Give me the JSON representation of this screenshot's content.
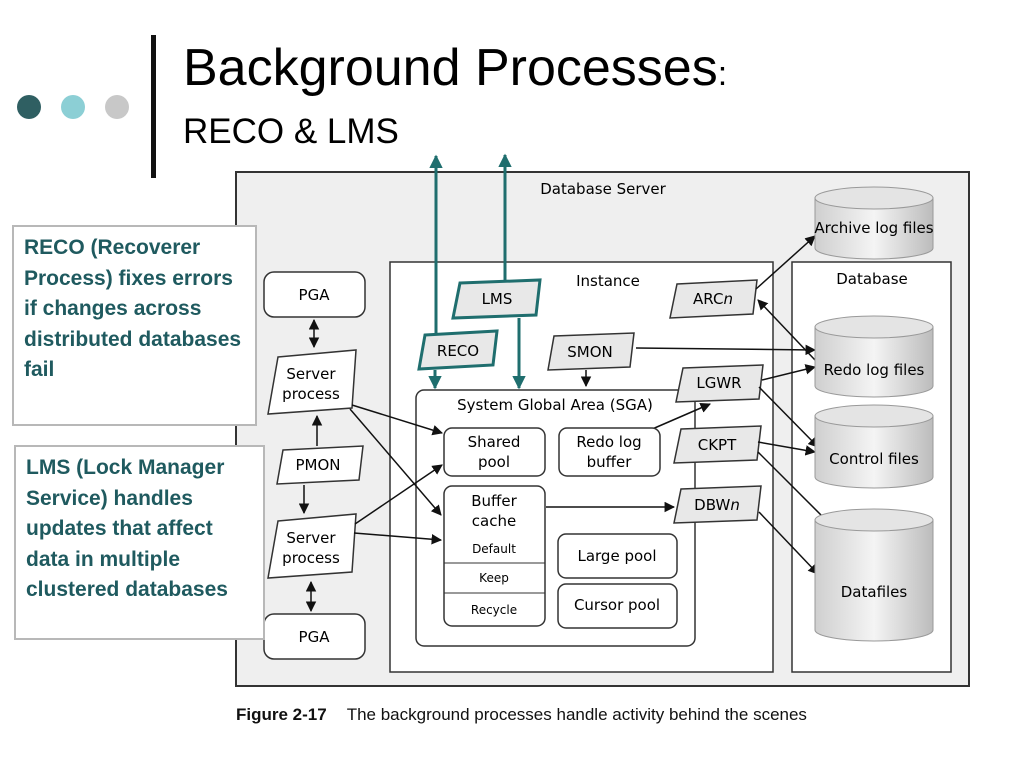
{
  "slide": {
    "title": "Background Processes",
    "title_suffix": ":",
    "subtitle": "RECO & LMS",
    "dot_colors": [
      "#2f5f62",
      "#8ccfd5",
      "#c8c8c8"
    ]
  },
  "callouts": {
    "reco": "RECO (Recoverer Process) fixes errors if changes across distributed databases fail",
    "lms": "LMS (Lock Manager Service) handles updates that affect data in multiple clustered databases"
  },
  "diagram": {
    "server_label": "Database Server",
    "instance_label": "Instance",
    "database_label": "Database",
    "sga_label": "System Global Area (SGA)",
    "pga_top": "PGA",
    "pga_bottom": "PGA",
    "server_process_1": [
      "Server",
      "process"
    ],
    "server_process_2": [
      "Server",
      "process"
    ],
    "pmon": "PMON",
    "lms": "LMS",
    "reco": "RECO",
    "smon": "SMON",
    "arcn_prefix": "ARC",
    "arcn_suffix": "n",
    "lgwr": "LGWR",
    "ckpt": "CKPT",
    "dbwn_prefix": "DBW",
    "dbwn_suffix": "n",
    "shared_pool": [
      "Shared",
      "pool"
    ],
    "redo_log_buffer": [
      "Redo log",
      "buffer"
    ],
    "buffer_cache": [
      "Buffer",
      "cache"
    ],
    "buffer_cache_rows": [
      "Default",
      "Keep",
      "Recycle"
    ],
    "large_pool": "Large pool",
    "cursor_pool": "Cursor pool",
    "archive_log_files": "Archive log files",
    "redo_log_files": "Redo log files",
    "control_files": "Control files",
    "datafiles": "Datafiles",
    "accent_color": "#1f6e6e"
  },
  "caption": {
    "figure": "Figure 2-17",
    "text": "The background processes handle activity behind the scenes"
  }
}
